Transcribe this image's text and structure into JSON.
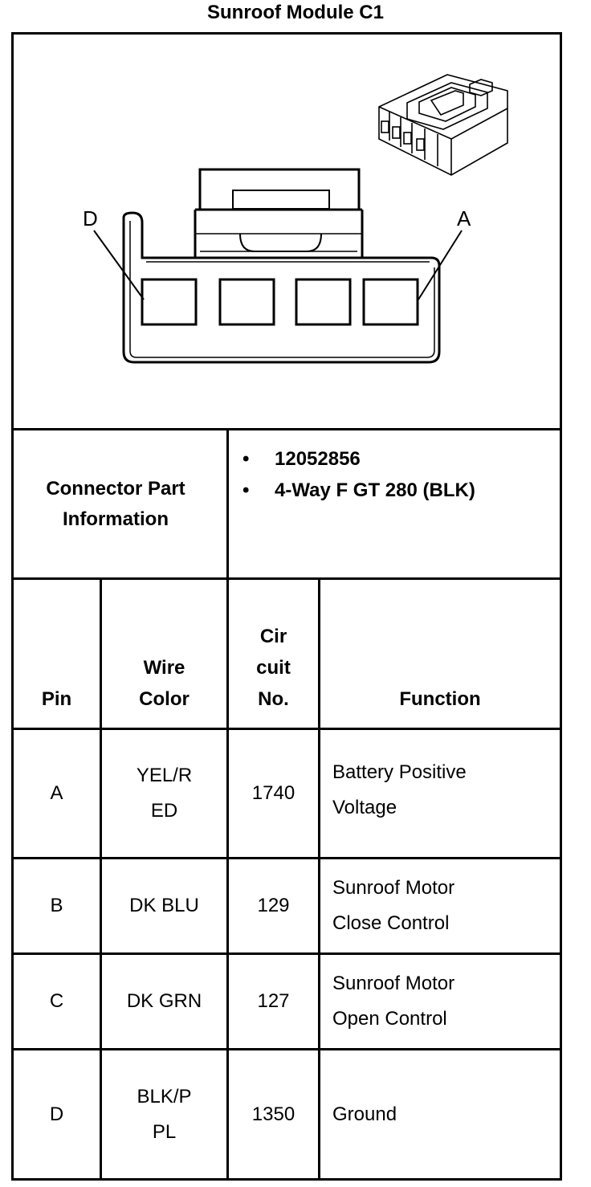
{
  "title": "Sunroof Module C1",
  "diagram": {
    "pin_label_left": "D",
    "pin_label_right": "A"
  },
  "connector_info": {
    "label_line1": "Connector Part",
    "label_line2": "Information",
    "items": [
      "12052856",
      "4-Way F GT 280 (BLK)"
    ],
    "bullet": "•"
  },
  "table": {
    "headers": {
      "pin": "Pin",
      "wire_color_line1": "Wire",
      "wire_color_line2": "Color",
      "circuit_line1": "Cir",
      "circuit_line2": "cuit",
      "circuit_line3": "No.",
      "function": "Function"
    },
    "rows": [
      {
        "pin": "A",
        "wire_line1": "YEL/R",
        "wire_line2": "ED",
        "circuit": "1740",
        "function_line1": "Battery Positive",
        "function_line2": "Voltage"
      },
      {
        "pin": "B",
        "wire_line1": "DK BLU",
        "wire_line2": "",
        "circuit": "129",
        "function_line1": "Sunroof Motor",
        "function_line2": "Close Control"
      },
      {
        "pin": "C",
        "wire_line1": "DK GRN",
        "wire_line2": "",
        "circuit": "127",
        "function_line1": "Sunroof Motor",
        "function_line2": "Open Control"
      },
      {
        "pin": "D",
        "wire_line1": "BLK/P",
        "wire_line2": "PL",
        "circuit": "1350",
        "function_line1": "Ground",
        "function_line2": ""
      }
    ]
  }
}
